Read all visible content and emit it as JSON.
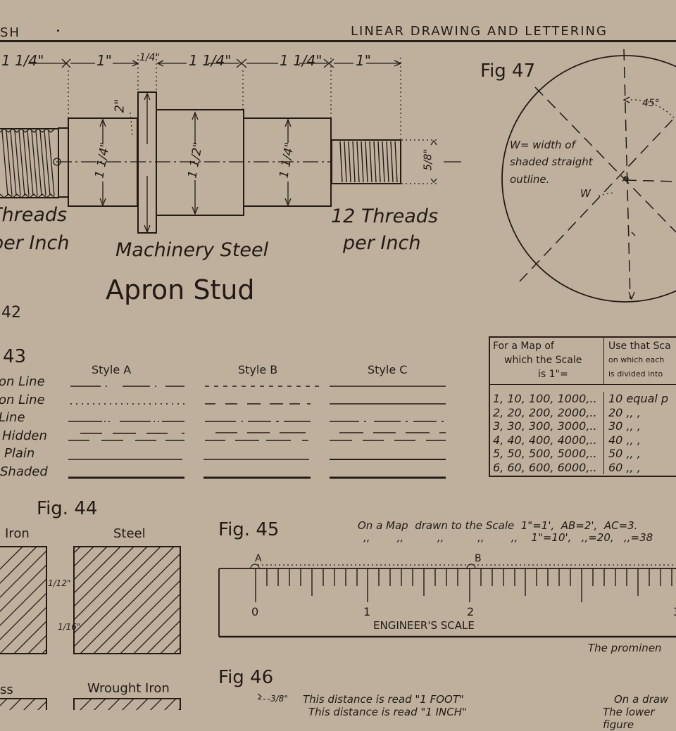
{
  "header": {
    "left_fragment": "SH",
    "title": "LINEAR DRAWING AND LETTERING"
  },
  "fig42": {
    "label_fragment": "42",
    "title": "Apron Stud",
    "material": "Machinery Steel",
    "dimensions_top": [
      "1 1/4\"",
      "1\"",
      "1/4\"",
      "1 1/4\"",
      "1 1/4\"",
      "1\""
    ],
    "dimensions_vertical": [
      "2\"",
      "1 1/4\"",
      "1 1/2\"",
      "1 1/4\"",
      "5/8\""
    ],
    "left_thread_note": [
      "Threads",
      "per Inch"
    ],
    "right_thread_note": [
      "12 Threads",
      "per Inch"
    ]
  },
  "fig47": {
    "label": "Fig 47",
    "angle": "45°",
    "note": [
      "W= width of",
      "shaded straight",
      "outline."
    ],
    "w_marker": "W"
  },
  "fig43": {
    "label_fragment": "43",
    "styles": [
      "Style A",
      "Style B",
      "Style C"
    ],
    "rows": [
      "on Line",
      "on Line",
      "Line",
      "Hidden",
      "Plain",
      "Shaded"
    ]
  },
  "scale_table": {
    "headers": [
      [
        "For a Map of",
        "which the Scale",
        "is 1\"="
      ],
      [
        "Use that Sca",
        "on which each",
        "is divided into"
      ]
    ],
    "rows": [
      {
        "map": "1, 10, 100, 1000,..",
        "divisions": "10  equal p"
      },
      {
        "map": "2, 20, 200, 2000,..",
        "divisions": "20    ,,    ,"
      },
      {
        "map": "3, 30, 300, 3000,..",
        "divisions": "30    ,,    ,"
      },
      {
        "map": "4, 40, 400, 4000,..",
        "divisions": "40    ,,    ,"
      },
      {
        "map": "5, 50, 500, 5000,..",
        "divisions": "50    ,,    ,"
      },
      {
        "map": "6, 60, 600, 6000,..",
        "divisions": "60    ,,    ,"
      }
    ]
  },
  "fig44": {
    "label": "Fig. 44",
    "materials": [
      "Iron",
      "Steel",
      "ss",
      "Wrought Iron"
    ],
    "dim_a": "1/12\"",
    "dim_b": "1/16\""
  },
  "fig45": {
    "label": "Fig. 45",
    "caption_line1": "On a Map  drawn to the Scale  1\"=1',  AB=2',  AC=3.",
    "caption_line2": ",,        ,,          ,,          ,,        ,,    1\"=10',   ,,=20,   ,,=38",
    "point_a": "A",
    "point_b": "B",
    "ticks": [
      "0",
      "1",
      "2",
      "3"
    ],
    "scale_name": "ENGINEER'S SCALE",
    "footnote": "The prominen"
  },
  "fig46": {
    "label": "Fig 46",
    "dim": "3/8\"",
    "note1": "This distance is read \"1 FOOT\"",
    "note2": "This distance is read \"1 INCH\"",
    "right_note1": "On a draw",
    "right_note2": "The lower figure"
  },
  "colors": {
    "paper": "#bfb09e",
    "ink": "#231a14"
  }
}
